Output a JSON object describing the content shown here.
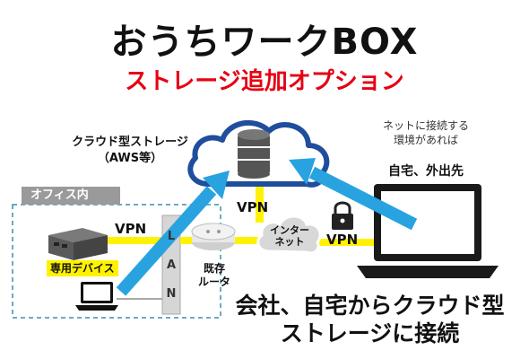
{
  "title": "おうちワークBOX",
  "subtitle": "ストレージ追加オプション",
  "cloud_storage_label": [
    "クラウド型ストレージ",
    "（AWS等）"
  ],
  "office_label": "オフィス内",
  "net_condition": [
    "ネットに接続する",
    "環境があれば"
  ],
  "home_label": "自宅、外出先",
  "vpn_label": "VPN",
  "device_label": "専用デバイス",
  "lan_letters": [
    "L",
    "A",
    "N"
  ],
  "router_label": [
    "既存",
    "ルータ"
  ],
  "internet_label": [
    "インター",
    "ネット"
  ],
  "bottom_message": [
    "会社、自宅からクラウド型",
    "ストレージに接続"
  ],
  "colors": {
    "accent_red": "#e60012",
    "arrow_blue": "#28a3e0",
    "cloud_stroke": "#1f4e9c",
    "vpn_yellow": "#fff200",
    "office_dash": "#3a8fb0"
  },
  "icons": [
    "database-icon",
    "lock-icon",
    "server-device-icon",
    "router-icon",
    "laptop-icon",
    "monitor-laptop-icon"
  ]
}
